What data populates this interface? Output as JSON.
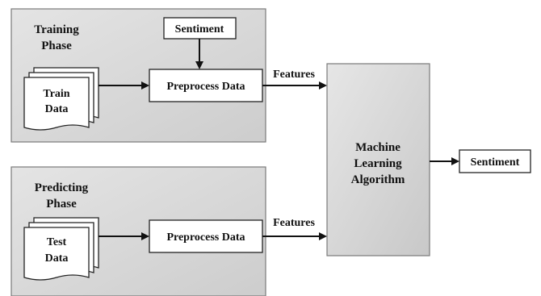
{
  "training_phase": {
    "title_line1": "Training",
    "title_line2": "Phase"
  },
  "predicting_phase": {
    "title_line1": "Predicting",
    "title_line2": "Phase"
  },
  "train_doc": {
    "line1": "Train",
    "line2": "Data"
  },
  "test_doc": {
    "line1": "Test",
    "line2": "Data"
  },
  "sentiment_input": "Sentiment",
  "preprocess_top": "Preprocess Data",
  "preprocess_bottom": "Preprocess Data",
  "features_top": "Features",
  "features_bottom": "Features",
  "ml_algorithm": {
    "line1": "Machine",
    "line2": "Learning",
    "line3": "Algorithm"
  },
  "sentiment_output": "Sentiment",
  "colors": {
    "panel_fill": "#d6d6d6",
    "panel_stroke": "#7a7a7a",
    "box_stroke": "#222222"
  }
}
